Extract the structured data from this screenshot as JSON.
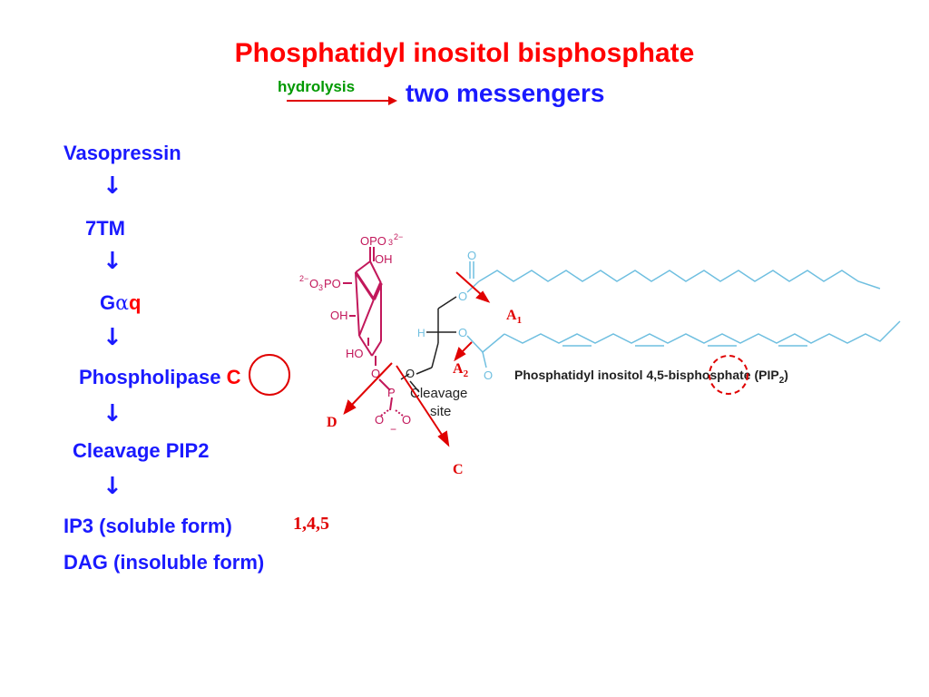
{
  "colors": {
    "title": "#ff0000",
    "blue": "#1a1aff",
    "green": "#009900",
    "magenta": "#c2185b",
    "chain": "#6fbfe0",
    "red": "#e00000",
    "dark": "#222222"
  },
  "header": {
    "title": "Phosphatidyl inositol bisphosphate",
    "arrow_label": "hydrolysis",
    "subtitle": "two messengers"
  },
  "pathway": {
    "steps": [
      "Vasopressin",
      "7TM",
      "G",
      "α",
      "q",
      "Phospholipase ",
      "C",
      "Cleavage PIP2",
      "IP3 (soluble form)",
      "DAG (insoluble form)"
    ],
    "arrow_glyph": "↓",
    "positions_note": "1,4,5"
  },
  "molecule": {
    "caption": "Phosphatidyl inositol 4,5-bisphosphate (PIP",
    "caption_sub": "2",
    "caption_end": ")",
    "cleavage": [
      "Cleavage",
      "site"
    ],
    "groups": {
      "opo3": "OPO",
      "o3po": "O",
      "oh1": "OH",
      "oh2": "OH",
      "ho": "HO",
      "o_ring": "O",
      "p": "P",
      "o_left": "O",
      "o_right": "O",
      "minus": "−",
      "o_link": "O",
      "h": "H",
      "o1": "O",
      "o2": "O",
      "carbonyl1": "O",
      "carbonyl2": "O"
    },
    "sites": {
      "a1": "A",
      "a1_sub": "1",
      "a2": "A",
      "a2_sub": "2",
      "d": "D",
      "c": "C"
    }
  }
}
